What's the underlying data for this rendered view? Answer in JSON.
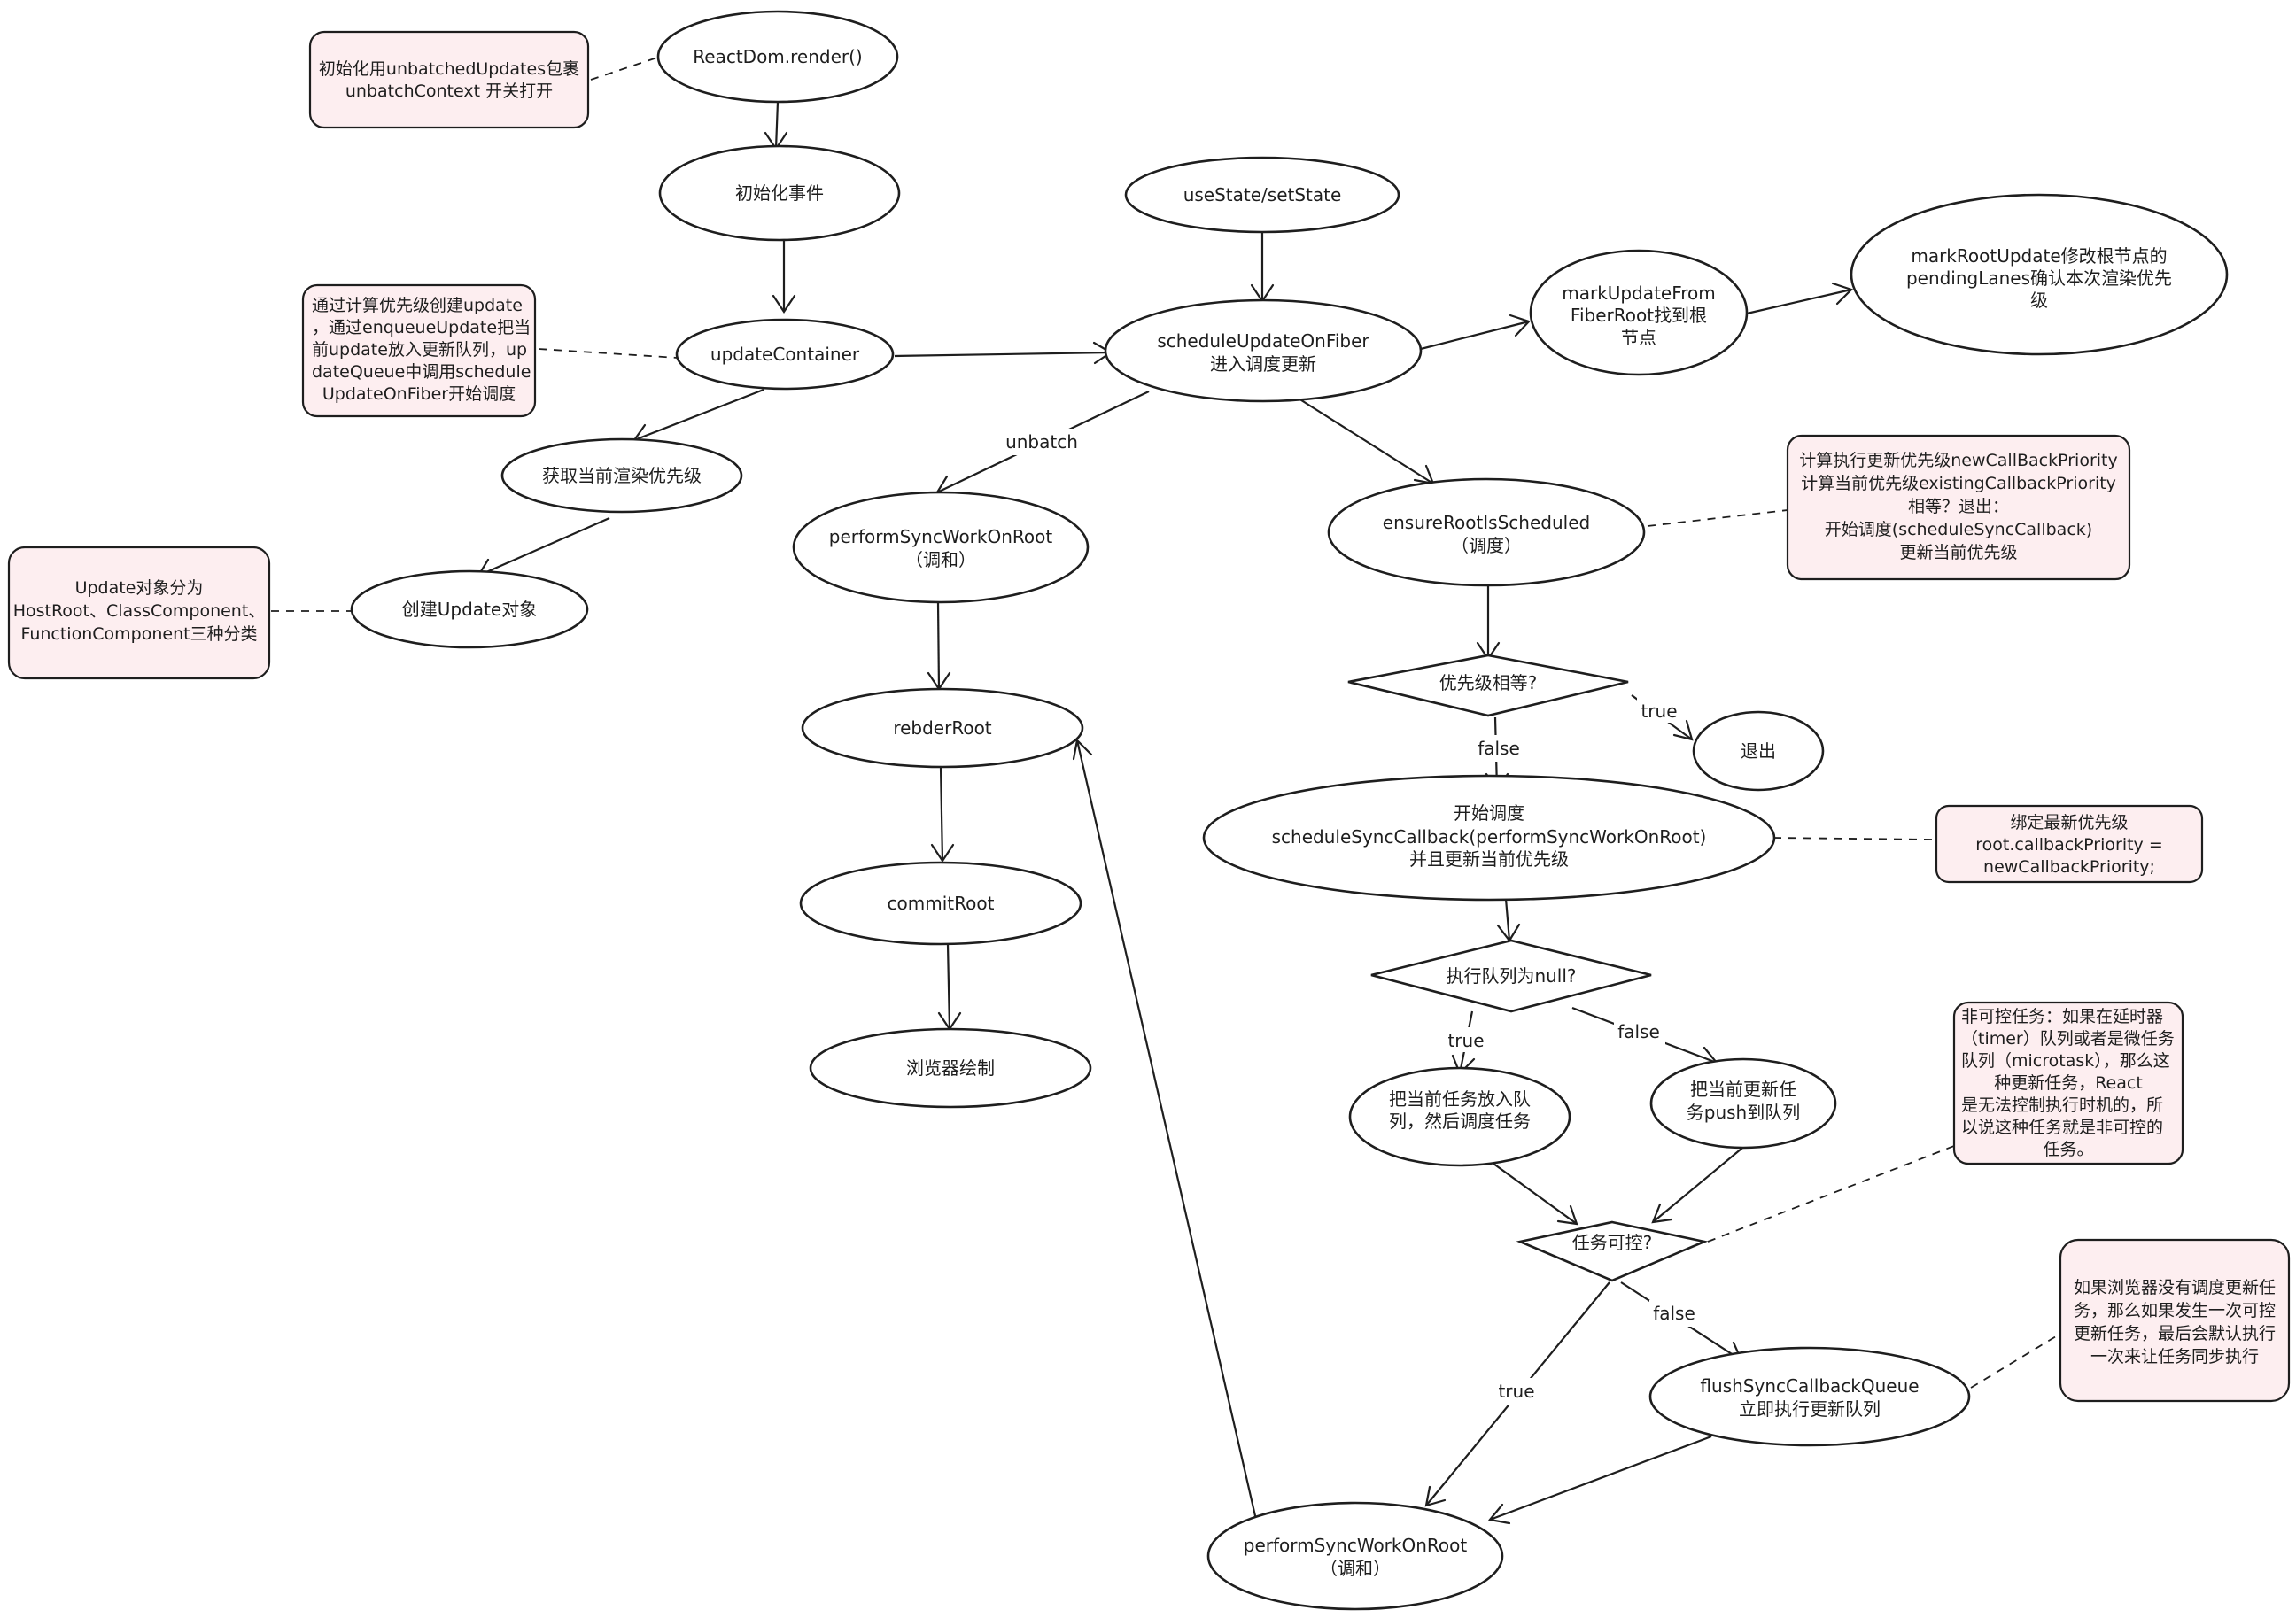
{
  "nodes": {
    "react_dom_render": "ReactDom.render()",
    "init_event": "初始化事件",
    "update_container": "updateContainer",
    "get_render_priority": "获取当前渲染优先级",
    "create_update": "创建Update对象",
    "use_state": "useState/setState",
    "schedule_update_on_fiber": [
      "scheduleUpdateOnFiber",
      "进入调度更新"
    ],
    "mark_update_from_fiber_root": [
      "markUpdateFrom",
      "FiberRoot找到根",
      "节点"
    ],
    "mark_root_update": [
      "markRootUpdate修改根节点的",
      "pendingLanes确认本次渲染优先",
      "级"
    ],
    "perform_sync_work_on_root_1": [
      "performSyncWorkOnRoot",
      "（调和）"
    ],
    "render_root": "rebderRoot",
    "commit_root": "commitRoot",
    "browser_paint": "浏览器绘制",
    "ensure_root_is_scheduled": [
      "ensureRootIsScheduled",
      "（调度）"
    ],
    "priority_equal": "优先级相等?",
    "exit": "退出",
    "schedule_sync_callback": [
      "开始调度",
      "scheduleSyncCallback(performSyncWorkOnRoot)",
      "并且更新当前优先级"
    ],
    "queue_is_null": "执行队列为null?",
    "push_and_schedule": [
      "把当前任务放入队",
      "列，然后调度任务"
    ],
    "push_to_queue": [
      "把当前更新任",
      "务push到队列"
    ],
    "task_controllable": "任务可控?",
    "flush_sync_callback_queue": [
      "flushSyncCallbackQueue",
      "立即执行更新队列"
    ],
    "perform_sync_work_on_root_2": [
      "performSyncWorkOnRoot",
      "（调和）"
    ]
  },
  "notes": {
    "unbatched": [
      "初始化用unbatchedUpdates包裹",
      "unbatchContext 开关打开"
    ],
    "update_container": [
      "通过计算优先级创建update",
      "，通过enqueueUpdate把当",
      "前update放入更新队列，up",
      "dateQueue中调用schedule",
      "UpdateOnFiber开始调度"
    ],
    "update_types": [
      "Update对象分为",
      "HostRoot、ClassComponent、",
      "FunctionComponent三种分类"
    ],
    "callback_priority": [
      "计算执行更新优先级newCallBackPriority",
      "计算当前优先级existingCallbackPriority",
      "相等？退出：",
      "开始调度(scheduleSyncCallback)",
      "更新当前优先级"
    ],
    "bind_priority": [
      "绑定最新优先级",
      "root.callbackPriority =",
      "newCallbackPriority;"
    ],
    "uncontrollable": [
      "非可控任务：如果在延时器",
      "（timer）队列或者是微任务",
      "队列（microtask），那么这",
      "种更新任务，React",
      "是无法控制执行时机的，所",
      "以说这种任务就是非可控的",
      "任务。"
    ],
    "browser_default": [
      "如果浏览器没有调度更新任",
      "务，那么如果发生一次可控",
      "更新任务，最后会默认执行",
      "一次来让任务同步执行"
    ]
  },
  "edge_labels": {
    "unbatch": "unbatch",
    "priority_true": "true",
    "priority_false": "false",
    "queue_true": "true",
    "queue_false": "false",
    "controllable_false": "false",
    "controllable_true": "true"
  },
  "colors": {
    "stroke": "#1e1e1e",
    "note_fill": "#fdeef0",
    "node_fill": "#ffffff"
  }
}
